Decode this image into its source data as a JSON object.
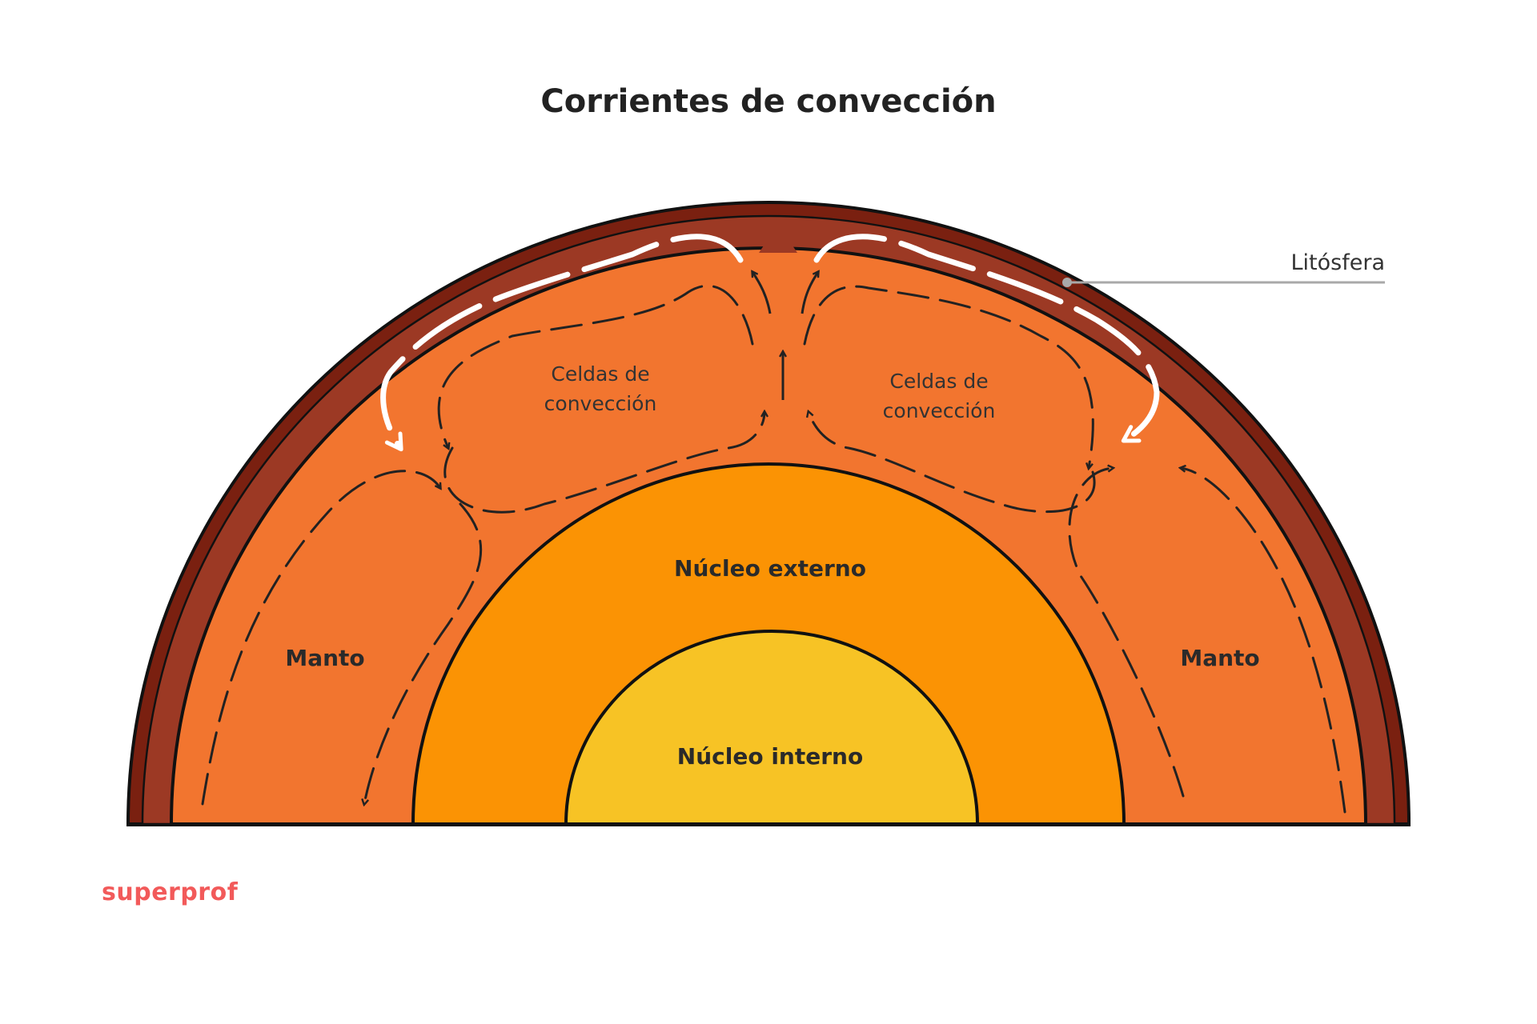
{
  "title": "Corrientes de convección",
  "labels": {
    "lithosphere": "Litósfera",
    "cell_left_line1": "Celdas de",
    "cell_left_line2": "convección",
    "cell_right_line1": "Celdas de",
    "cell_right_line2": "convección",
    "mantle_left": "Manto",
    "mantle_right": "Manto",
    "outer_core": "Núcleo externo",
    "inner_core": "Núcleo interno"
  },
  "brand": "superprof",
  "colors": {
    "crust_outer": "#7a2010",
    "lithosphere": "#9c3924",
    "mantle": "#f2752f",
    "outer_core": "#fb9304",
    "inner_core": "#f7c325",
    "outline": "#111111",
    "brand": "#f25a5a"
  }
}
